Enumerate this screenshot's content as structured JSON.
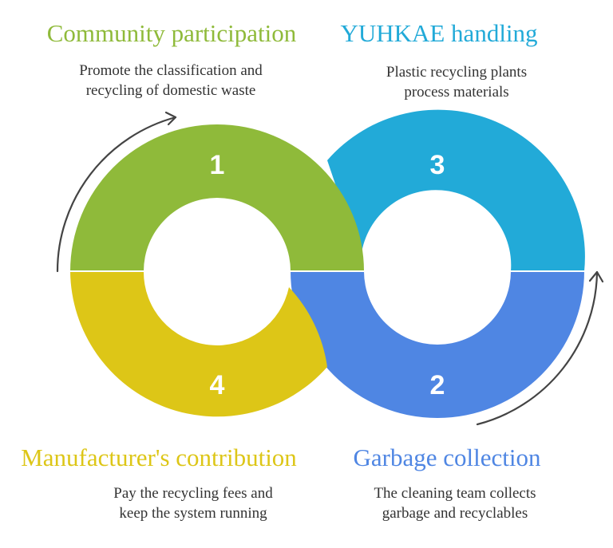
{
  "steps": [
    {
      "number": "1",
      "title": "Community participation",
      "color": "#8fba3a",
      "description": [
        "Promote the classification and",
        "recycling of domestic waste"
      ]
    },
    {
      "number": "2",
      "title": "Garbage collection",
      "color": "#4f86e3",
      "description": [
        "The cleaning team collects",
        "garbage and recyclables"
      ]
    },
    {
      "number": "3",
      "title": "YUHKAE handling",
      "color": "#22aad8",
      "description": [
        "Plastic recycling plants",
        "process materials"
      ]
    },
    {
      "number": "4",
      "title": "Manufacturer's contribution",
      "color": "#ddc617",
      "description": [
        "Pay the recycling fees and",
        "keep the system running"
      ]
    }
  ],
  "arrow_color": "#444444"
}
